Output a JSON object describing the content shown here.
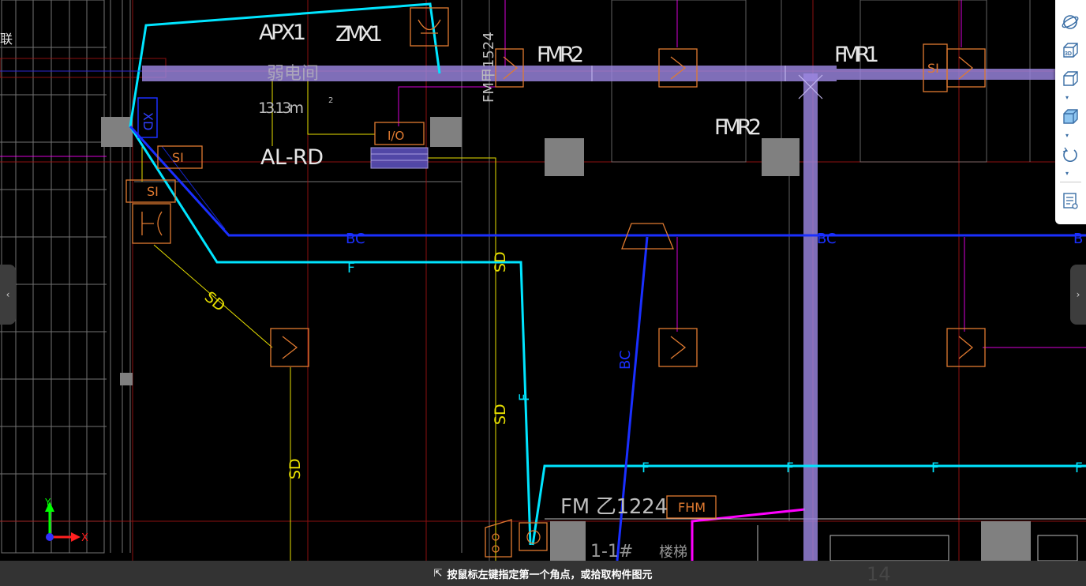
{
  "drawing": {
    "labels": {
      "apx1": "APX1",
      "zmx1": "ZMX1",
      "fmr2_top": "FMR2",
      "fmr1": "FMR1",
      "fmr2_mid": "FMR2",
      "fm1524": "FM甲1524",
      "area": "13.13m",
      "area_sup": "2",
      "room_name": "弱电间",
      "al_rd": "AL-RD",
      "io": "I/O",
      "si_a": "SI",
      "si_b": "SI",
      "si_c": "SI",
      "xd": "XD",
      "bc_1": "BC",
      "bc_2": "BC",
      "bc_3": "B",
      "bc_vertical": "BC",
      "f_1": "F",
      "f_vertical": "F",
      "f_2": "F",
      "f_3": "F",
      "f_4": "F",
      "f_5": "F",
      "sd_diag": "SD",
      "sd_v1": "SD",
      "sd_v2": "SD",
      "sd_v3": "SD",
      "fm1224": "FM 乙1224",
      "fhm": "FHM",
      "stair": "楼梯",
      "stair_num": "1-1#",
      "num_14": "14",
      "left_edge": "联"
    },
    "axis": {
      "y": "Y",
      "x": "X"
    },
    "colors": {
      "background": "#000000",
      "duct": "#9b86e0",
      "cyan_line": "#00e5ff",
      "blue_line": "#1a2fff",
      "yellow_line": "#e8e000",
      "equipment": "#e07a30",
      "magenta": "#ff00ff",
      "grid": "#9a9a9a"
    }
  },
  "toolbar": {
    "items": [
      {
        "icon": "orbit-icon"
      },
      {
        "icon": "3d-view-icon",
        "label": "3D"
      },
      {
        "icon": "wireframe-cube-icon"
      },
      {
        "icon": "solid-cube-icon"
      },
      {
        "icon": "rotate-icon"
      },
      {
        "icon": "properties-icon"
      }
    ],
    "caret": "▾"
  },
  "panels": {
    "left_arrow": "‹",
    "right_arrow": "›"
  },
  "status": {
    "icon": "select-corner-icon",
    "message": "按鼠标左键指定第一个角点，或拾取构件图元"
  }
}
